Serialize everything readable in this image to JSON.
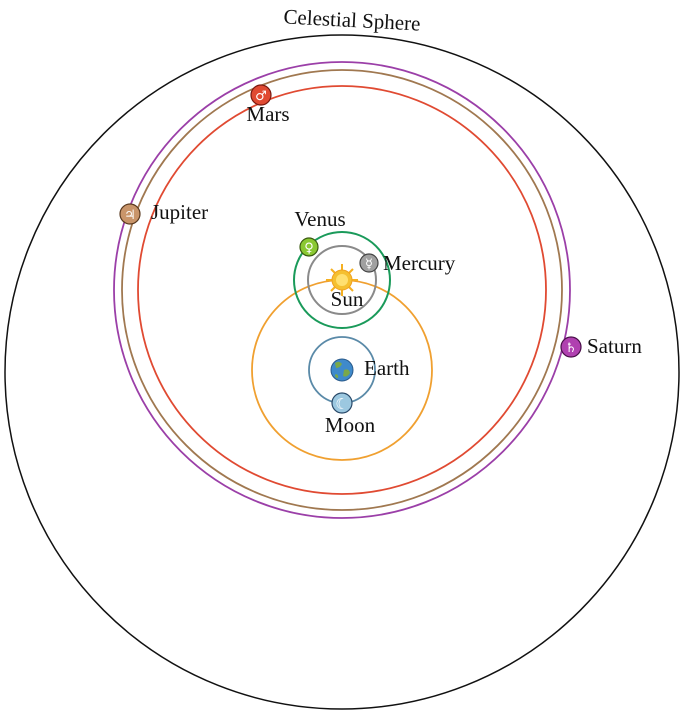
{
  "diagram": {
    "sphere_label": "Celestial Sphere",
    "bodies": {
      "sun": {
        "label": "Sun",
        "symbol": "☀"
      },
      "mercury": {
        "label": "Mercury",
        "symbol": "☿"
      },
      "venus": {
        "label": "Venus",
        "symbol": "♀"
      },
      "earth": {
        "label": "Earth"
      },
      "moon": {
        "label": "Moon",
        "symbol": "☾"
      },
      "mars": {
        "label": "Mars",
        "symbol": "♂"
      },
      "jupiter": {
        "label": "Jupiter",
        "symbol": "♃"
      },
      "saturn": {
        "label": "Saturn",
        "symbol": "♄"
      }
    },
    "colors": {
      "sphere": "#111111",
      "saturn_orbit": "#9b3fa8",
      "jupiter_orbit": "#a07850",
      "mars_orbit": "#e04a32",
      "sun_orbit": "#f0a030",
      "venus_orbit": "#1a9a5a",
      "mercury_orbit": "#8a8a8a",
      "moon_orbit": "#5a8aa8",
      "mars_fill": "#e04a32",
      "jupiter_fill": "#c9956a",
      "saturn_fill": "#b040b0",
      "venus_fill": "#8ac832",
      "mercury_fill": "#a0a0a0",
      "moon_fill": "#9cc8e0",
      "sun_fill": "#f5c030"
    }
  }
}
